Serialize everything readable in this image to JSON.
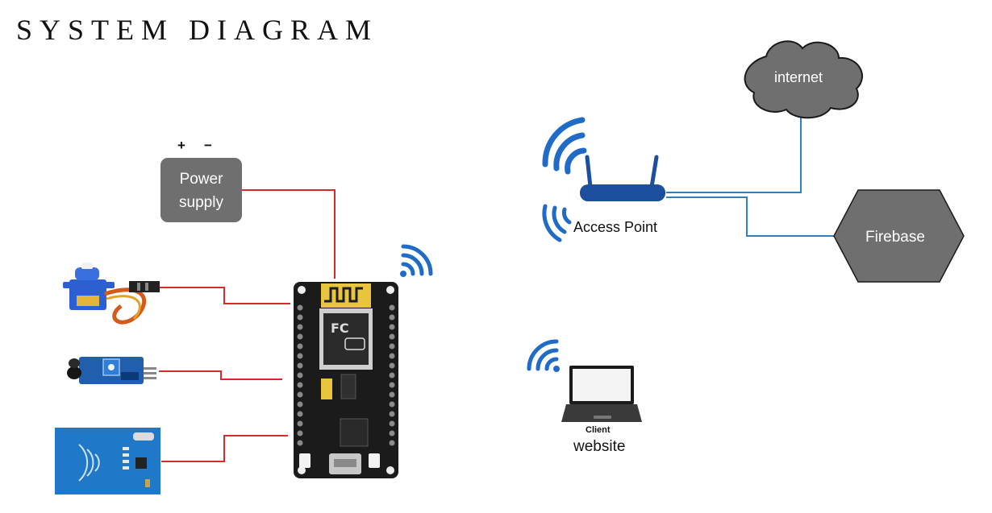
{
  "title": "SYSTEM DIAGRAM",
  "power_supply": {
    "line1": "Power",
    "line2": "supply",
    "plus": "+",
    "minus": "−"
  },
  "access_point": {
    "label": "Access Point"
  },
  "cloud": {
    "label": "internet"
  },
  "database": {
    "label": "Firebase"
  },
  "client": {
    "label": "Client",
    "sublabel": "website"
  },
  "colors": {
    "wire_red": "#d92a2a",
    "link_blue": "#2d82c3",
    "wifi_blue": "#1f6bc7",
    "node_gray": "#6f6f6f",
    "router_blue": "#1d4f9e",
    "board_black": "#1b1b1b",
    "chip_gold": "#e8c43f"
  }
}
